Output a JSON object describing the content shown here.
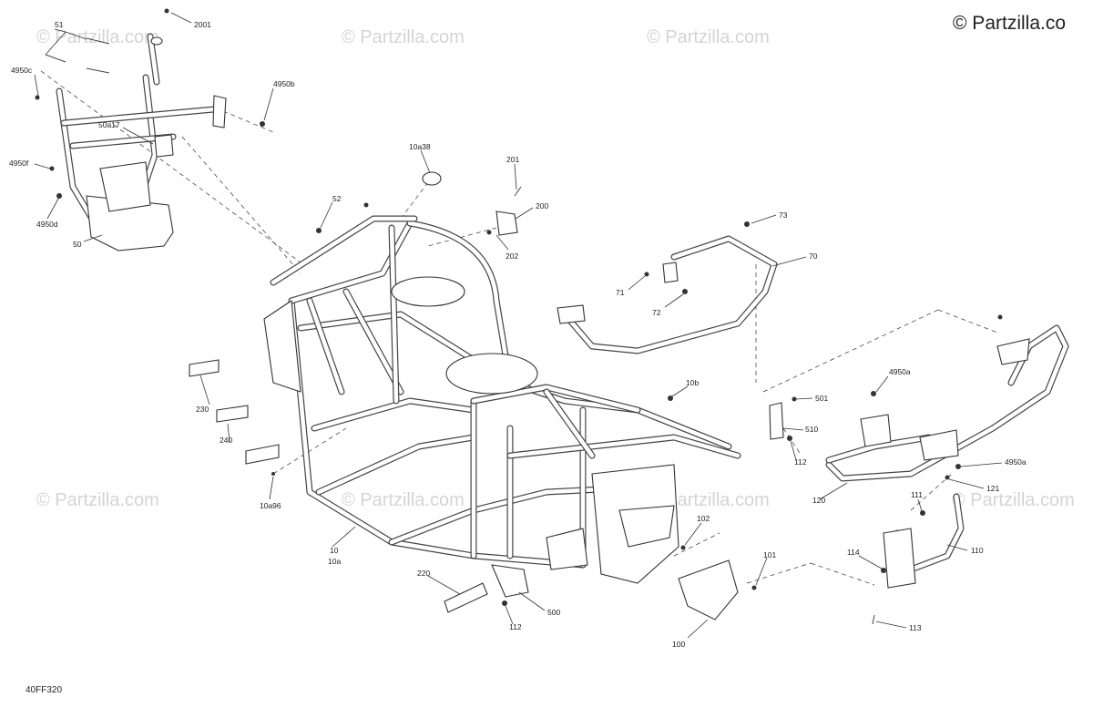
{
  "brand": "© Partzilla.co",
  "watermark": "© Partzilla.com",
  "diagram_code": "40FF320",
  "callouts": [
    {
      "id": "2001",
      "text": "2001"
    },
    {
      "id": "51",
      "text": "51"
    },
    {
      "id": "4950c",
      "text": "4950c"
    },
    {
      "id": "4950b",
      "text": "4950b"
    },
    {
      "id": "50a17",
      "text": "50a17"
    },
    {
      "id": "4950f",
      "text": "4950f"
    },
    {
      "id": "4950d",
      "text": "4950d"
    },
    {
      "id": "50",
      "text": "50"
    },
    {
      "id": "10a38",
      "text": "10a38"
    },
    {
      "id": "52",
      "text": "52"
    },
    {
      "id": "201",
      "text": "201"
    },
    {
      "id": "200",
      "text": "200"
    },
    {
      "id": "202",
      "text": "202"
    },
    {
      "id": "73",
      "text": "73"
    },
    {
      "id": "70",
      "text": "70"
    },
    {
      "id": "71",
      "text": "71"
    },
    {
      "id": "72",
      "text": "72"
    },
    {
      "id": "230",
      "text": "230"
    },
    {
      "id": "240",
      "text": "240"
    },
    {
      "id": "10a96",
      "text": "10a96"
    },
    {
      "id": "10b",
      "text": "10b"
    },
    {
      "id": "501",
      "text": "501"
    },
    {
      "id": "510",
      "text": "510"
    },
    {
      "id": "112a",
      "text": "112"
    },
    {
      "id": "4950a1",
      "text": "4950a"
    },
    {
      "id": "4950a2",
      "text": "4950a"
    },
    {
      "id": "121",
      "text": "121"
    },
    {
      "id": "120",
      "text": "120"
    },
    {
      "id": "111",
      "text": "111"
    },
    {
      "id": "110",
      "text": "110"
    },
    {
      "id": "114",
      "text": "114"
    },
    {
      "id": "113",
      "text": "113"
    },
    {
      "id": "10",
      "text": "10"
    },
    {
      "id": "10a",
      "text": "10a"
    },
    {
      "id": "220",
      "text": "220"
    },
    {
      "id": "500",
      "text": "500"
    },
    {
      "id": "112b",
      "text": "112"
    },
    {
      "id": "102",
      "text": "102"
    },
    {
      "id": "101",
      "text": "101"
    },
    {
      "id": "100",
      "text": "100"
    }
  ]
}
